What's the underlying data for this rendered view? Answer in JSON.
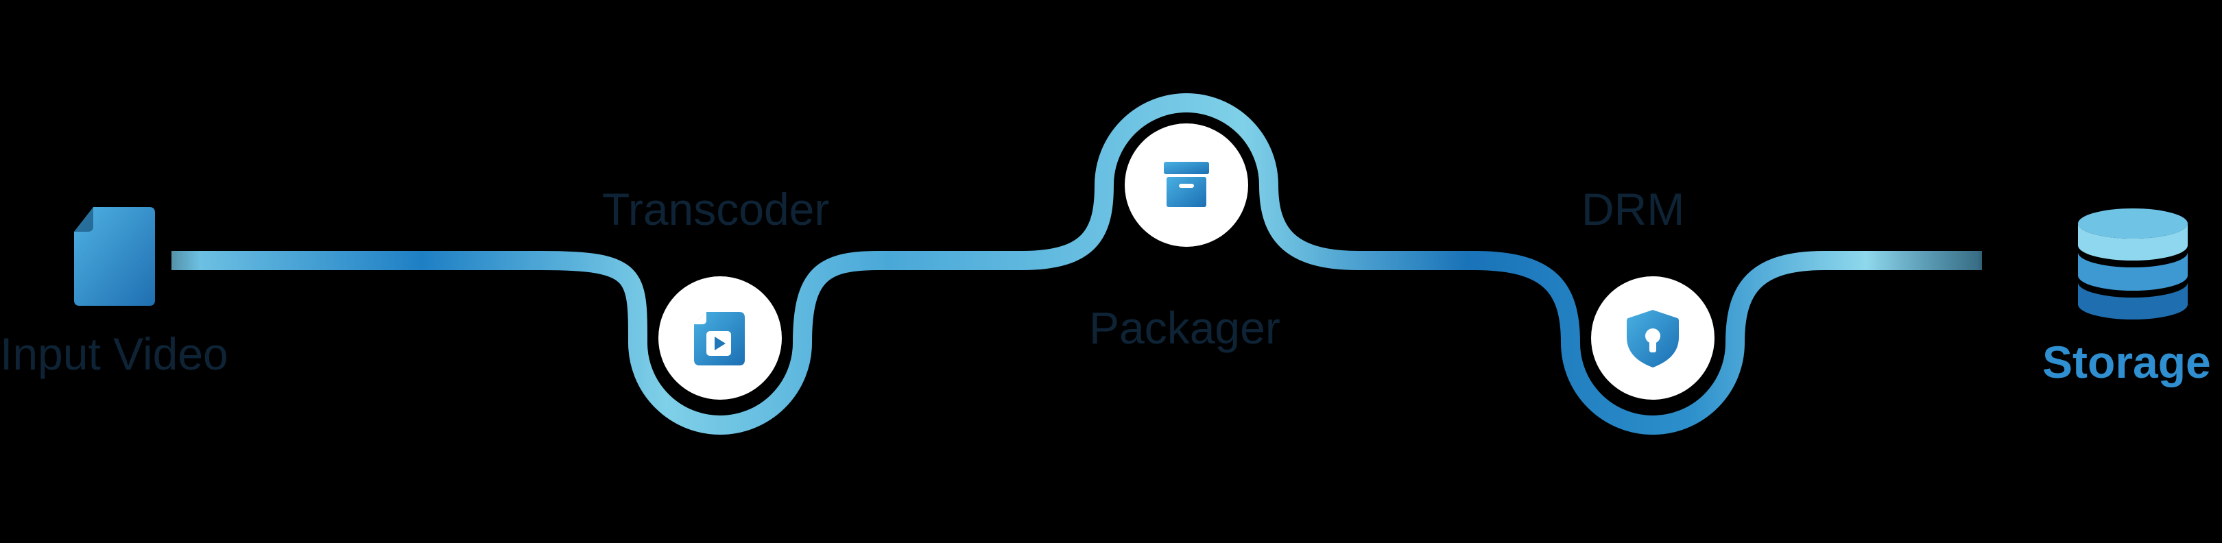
{
  "pipeline": {
    "input": {
      "label": "Input Video",
      "icon": "file-icon"
    },
    "steps": [
      {
        "label": "Transcoder",
        "icon": "video-file-icon"
      },
      {
        "label": "Packager",
        "icon": "archive-box-icon"
      },
      {
        "label": "DRM",
        "icon": "shield-lock-icon"
      }
    ],
    "output": {
      "label": "Storage",
      "icon": "database-icon"
    }
  },
  "colors": {
    "background": "#000000",
    "path_light": "#7fd0e8",
    "path_mid": "#4aa8d8",
    "path_dark": "#1a73b8",
    "label_dim": "#0e2436",
    "label_bright": "#2f8fd0",
    "node_fill": "#ffffff"
  }
}
